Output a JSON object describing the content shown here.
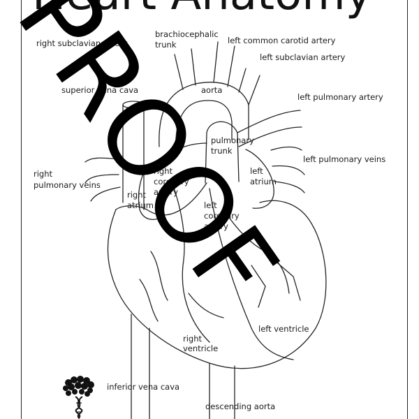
{
  "title": "Heart Anatomy",
  "watermark": "PROOF",
  "labels": {
    "right_subclavian_artery": "right subclavian artery",
    "brachiocephalic_trunk_1": "brachiocephalic",
    "brachiocephalic_trunk_2": "trunk",
    "left_common_carotid": "left common carotid artery",
    "left_subclavian": "left subclavian artery",
    "superior_vena_cava": "superior vena cava",
    "aorta": "aorta",
    "left_pulmonary_artery": "left pulmonary artery",
    "pulmonary_trunk_1": "pulmonary",
    "pulmonary_trunk_2": "trunk",
    "left_pulmonary_veins": "left pulmonary veins",
    "right_pulmonary_veins_1": "right",
    "right_pulmonary_veins_2": "pulmonary veins",
    "right_coronary_1": "right",
    "right_coronary_2": "coronary",
    "right_coronary_3": "artery",
    "left_atrium_1": "left",
    "left_atrium_2": "atrium",
    "right_atrium_1": "right",
    "right_atrium_2": "atrium",
    "left_coronary_1": "left",
    "left_coronary_2": "coronary",
    "left_coronary_3": "artery",
    "left_ventricle": "left ventricle",
    "right_ventricle_1": "right",
    "right_ventricle_2": "ventricle",
    "inferior_vena_cava": "inferior vena cava",
    "descending_aorta": "descending aorta"
  }
}
